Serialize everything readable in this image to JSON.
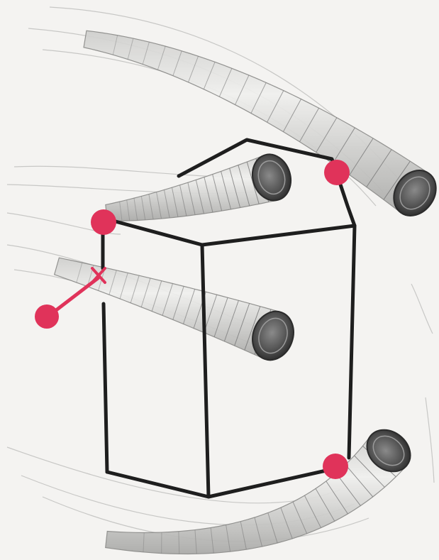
{
  "figure": {
    "kind": "pencil sketch of a hexagonal prism skewered by shaded tubes",
    "colors": {
      "paper": "#f4f3f1",
      "frame": "#1e1e1e",
      "node": "#e0335a",
      "tube_fill": "#e7e7e5",
      "tube_ring": "#7a7a7a",
      "tube_end": "#4b4b4b",
      "streak": "#b7b7b5"
    },
    "nodes": [
      {
        "id": "node-top-right",
        "marker": "red-dot"
      },
      {
        "id": "node-left-upper",
        "marker": "red-dot"
      },
      {
        "id": "node-bottom-right",
        "marker": "red-dot"
      },
      {
        "id": "node-detached",
        "marker": "red-dot-with-stem"
      }
    ],
    "cross_mark": {
      "marker": "red-x"
    },
    "tubes": [
      {
        "id": "tube-top-right"
      },
      {
        "id": "tube-upper-middle"
      },
      {
        "id": "tube-middle"
      },
      {
        "id": "tube-bottom"
      }
    ]
  }
}
